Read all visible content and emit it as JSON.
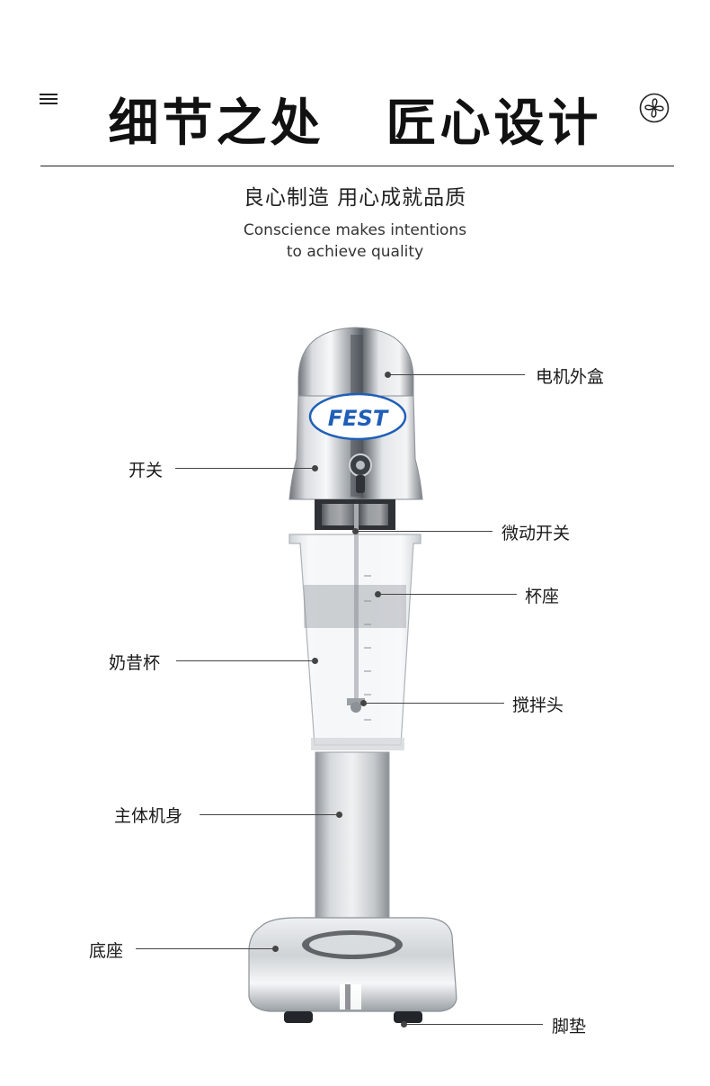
{
  "header": {
    "title_part1": "细节之处",
    "title_part2": "匠心设计",
    "menu_icon": "menu-icon",
    "fan_icon": "fan-icon"
  },
  "intro": {
    "subtitle_cn": "良心制造 用心成就品质",
    "subtitle_en_line1": "Conscience makes intentions",
    "subtitle_en_line2": "to achieve quality"
  },
  "product": {
    "brand": "FEST",
    "brand_color": "#1f5fb8"
  },
  "callouts": {
    "motor_housing": "电机外盒",
    "switch": "开关",
    "micro_switch": "微动开关",
    "cup_holder": "杯座",
    "milkshake_cup": "奶昔杯",
    "mixing_head": "搅拌头",
    "main_body": "主体机身",
    "base": "底座",
    "foot_pad": "脚垫"
  }
}
